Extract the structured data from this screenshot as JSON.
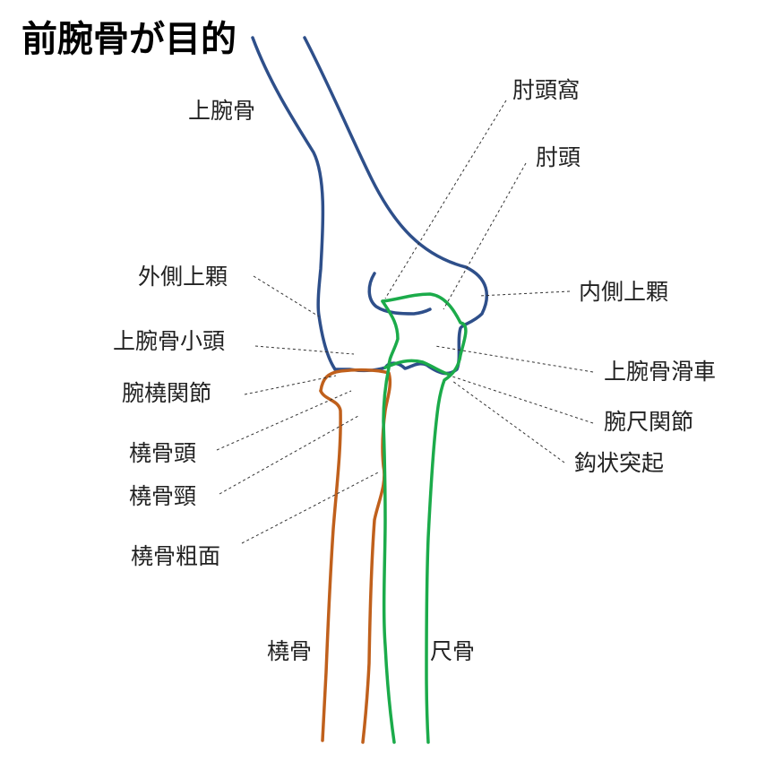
{
  "title": "前腕骨が目的",
  "labels": {
    "humerus": "上腕骨",
    "olecranon_fossa": "肘頭窩",
    "olecranon": "肘頭",
    "lateral_epicondyle": "外側上顆",
    "medial_epicondyle": "内側上顆",
    "capitulum": "上腕骨小頭",
    "trochlea": "上腕骨滑車",
    "humeroradial_joint": "腕橈関節",
    "humeroulnar_joint": "腕尺関節",
    "radial_head": "橈骨頭",
    "coronoid_process": "鈎状突起",
    "radial_neck": "橈骨頸",
    "radial_tuberosity": "橈骨粗面",
    "radius": "橈骨",
    "ulna": "尺骨"
  },
  "colors": {
    "humerus": "#2e4f8a",
    "radius": "#c0601c",
    "ulna": "#1bab4a",
    "leader": "#333333"
  }
}
